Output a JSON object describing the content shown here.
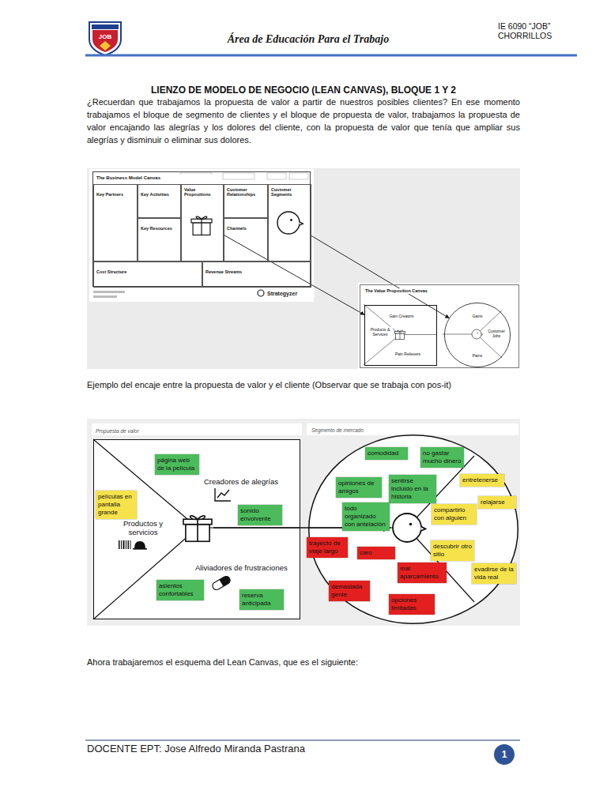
{
  "diagram": {
    "title": "LIENZO DE MODELO DE NEGOCIO (LEAN CANVAS), BLOQUE 1 Y 2",
    "caption": "Ejemplo del encaje entre la propuesta de valor y el cliente (Observar que se trabaja con pos-it)",
    "nodes": [
      {
        "text": [
          "The Business Model Canvas"
        ]
      },
      {
        "text": [
          "Key Partners"
        ],
        "in": 0
      },
      {
        "text": [
          "Key Activities"
        ],
        "in": 0
      },
      {
        "text": [
          "Key Resources"
        ],
        "in": 0
      },
      {
        "text": [
          "Value Propositions"
        ],
        "in": 0
      },
      {
        "text": [
          "Customer Relationships"
        ],
        "in": 0
      },
      {
        "text": [
          "Channels"
        ],
        "in": 0
      },
      {
        "text": [
          "Customer Segments"
        ],
        "in": 0
      },
      {
        "text": [
          "Cost Structure"
        ],
        "in": 0
      },
      {
        "text": [
          "Revenue Streams"
        ],
        "in": 0
      },
      {
        "text": [
          "The Value Proposition Canvas"
        ]
      },
      {
        "text": [
          "Gain Creators",
          "Products & Services",
          "Pain Relievers"
        ],
        "in": 10
      },
      {
        "text": [
          "Gains",
          "Customer Jobs",
          "Pains"
        ],
        "in": 10
      },
      {
        "text": [
          "Propuesta de valor",
          "Creadores de alegrías",
          "Productos y servicios",
          "Aliviadores de frustraciones"
        ]
      },
      {
        "text": [
          "página web de la película"
        ],
        "in": 13
      },
      {
        "text": [
          "películas en pantalla grande"
        ],
        "in": 13
      },
      {
        "text": [
          "sonido envolvente"
        ],
        "in": 13
      },
      {
        "text": [
          "asientos confortables"
        ],
        "in": 13
      },
      {
        "text": [
          "reserva anticipada"
        ],
        "in": 13
      },
      {
        "text": [
          "Segmento de mercado"
        ]
      },
      {
        "text": [
          "comodidad"
        ],
        "in": 19
      },
      {
        "text": [
          "no gastar mucho dinero"
        ],
        "in": 19
      },
      {
        "text": [
          "opiniones de amigos"
        ],
        "in": 19
      },
      {
        "text": [
          "sentirse incluido en la historia"
        ],
        "in": 19
      },
      {
        "text": [
          "entretenerse"
        ],
        "in": 19
      },
      {
        "text": [
          "relajarse"
        ],
        "in": 19
      },
      {
        "text": [
          "todo organizado con antelación"
        ],
        "in": 19
      },
      {
        "text": [
          "compartirlo con alguien"
        ],
        "in": 19
      },
      {
        "text": [
          "trayecto de viaje largo"
        ],
        "in": 19
      },
      {
        "text": [
          "descubrir otro sitio"
        ],
        "in": 19
      },
      {
        "text": [
          "caro"
        ],
        "in": 19
      },
      {
        "text": [
          "mal aparcamiento"
        ],
        "in": 19
      },
      {
        "text": [
          "evadirse de la vida real"
        ],
        "in": 19
      },
      {
        "text": [
          "demasiada gente"
        ],
        "in": 19
      },
      {
        "text": [
          "opciones limitadas"
        ],
        "in": 19
      },
      {
        "text": [
          "1"
        ]
      }
    ],
    "edges": [
      {
        "from": 4,
        "to": 11,
        "arrow": "to"
      },
      {
        "from": 7,
        "to": 12,
        "arrow": "to"
      }
    ],
    "labels": [
      "JOB",
      "Área de Educación Para el Trabajo",
      "IE 6090 “JOB”",
      "CHORRILLOS",
      "¿Recuerdan que trabajamos la propuesta de valor a partir de nuestros posibles clientes? En ese momento trabajamos el bloque de segmento de clientes y el bloque de propuesta de valor, trabajamos la propuesta de valor encajando las alegrías y los dolores del cliente, con la propuesta de valor que tenía que ampliar sus alegrías y disminuir o eliminar sus dolores.",
      "Strategyzer",
      "Ahora trabajaremos el esquema del Lean Canvas, que es el siguiente:",
      "DOCENTE EPT: Jose Alfredo Miranda Pastrana"
    ]
  }
}
